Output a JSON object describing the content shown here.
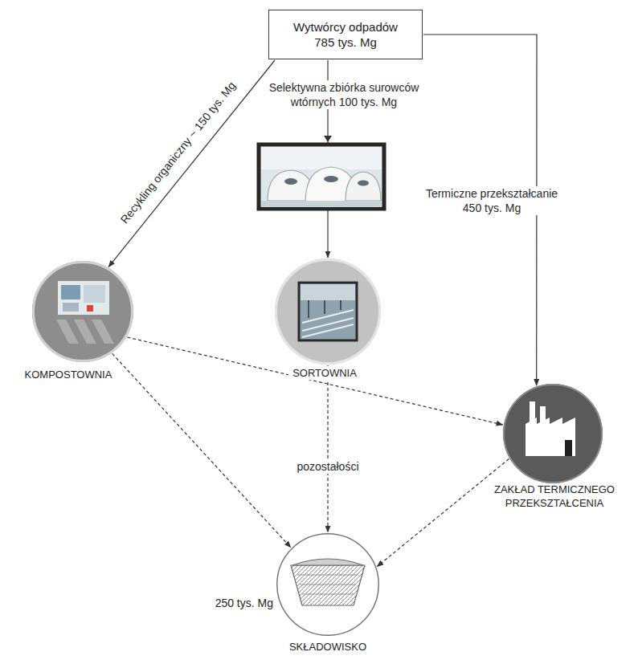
{
  "diagram": {
    "nodes": [
      {
        "text": [
          "Wytwórcy odpadów 785 tys. Mg"
        ]
      },
      {
        "text": [
          "KOMPOSTOWNIA"
        ]
      },
      {
        "text": [
          "SORTOWNIA"
        ]
      },
      {
        "text": [
          "ZAKŁAD TERMICZNEGO PRZEKSZTAŁCENIA"
        ]
      },
      {
        "text": [
          "250 tys. Mg",
          "SKŁADOWISKO"
        ]
      }
    ],
    "edges": [
      {
        "from": 0,
        "to": 1,
        "arrow": "to",
        "label": "Recykling organiczny ~ 150 tys. Mg"
      },
      {
        "from": 0,
        "to": 2,
        "arrow": "to",
        "label": "Selektywna zbiórka surowców wtórnych 100 tys. Mg"
      },
      {
        "from": 0,
        "to": 3,
        "arrow": "to",
        "label": "Termiczne przekształcanie 450 tys. Mg"
      },
      {
        "from": 1,
        "to": 3,
        "arrow": "to"
      },
      {
        "from": 1,
        "to": 4,
        "arrow": "to"
      },
      {
        "from": 2,
        "to": 4,
        "arrow": "to",
        "label": "pozostałości"
      },
      {
        "from": 3,
        "to": 4,
        "arrow": "to"
      }
    ]
  }
}
